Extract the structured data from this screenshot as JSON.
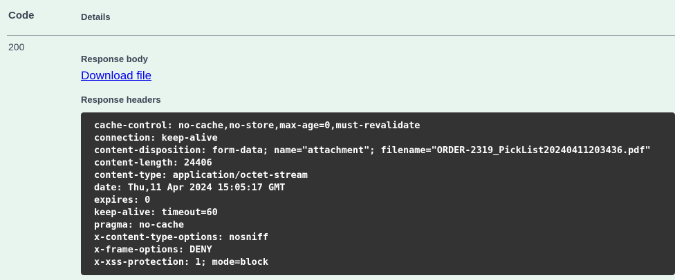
{
  "table": {
    "code_header": "Code",
    "details_header": "Details"
  },
  "response": {
    "code": "200",
    "body_label": "Response body",
    "download_link_label": "Download file",
    "headers_label": "Response headers",
    "header_lines": [
      "cache-control: no-cache,no-store,max-age=0,must-revalidate",
      "connection: keep-alive",
      "content-disposition: form-data; name=\"attachment\"; filename=\"ORDER-2319_PickList20240411203436.pdf\"",
      "content-length: 24406",
      "content-type: application/octet-stream",
      "date: Thu,11 Apr 2024 15:05:17 GMT",
      "expires: 0",
      "keep-alive: timeout=60",
      "pragma: no-cache",
      "x-content-type-options: nosniff",
      "x-frame-options: DENY",
      "x-xss-protection: 1; mode=block"
    ]
  },
  "colors": {
    "background": "#e8f5ef",
    "text": "#3b4151",
    "link": "#0000ee",
    "divider": "#a3aaae",
    "code_background": "#333333",
    "code_text": "#ffffff"
  }
}
